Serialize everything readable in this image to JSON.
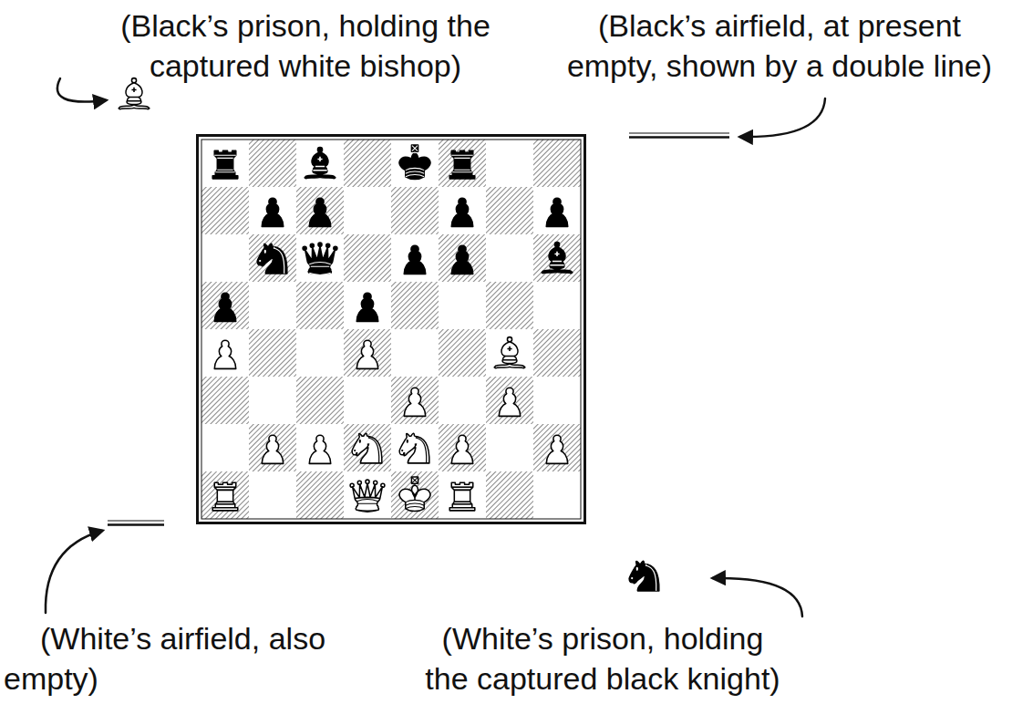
{
  "diagram": {
    "labels": [
      "(Black’s prison, holding the captured white bishop)",
      "(Black’s airfield, at present empty, shown by a double line)",
      "(White’s airfield, also empty)",
      "(White’s prison, holding the captured black knight)"
    ]
  }
}
